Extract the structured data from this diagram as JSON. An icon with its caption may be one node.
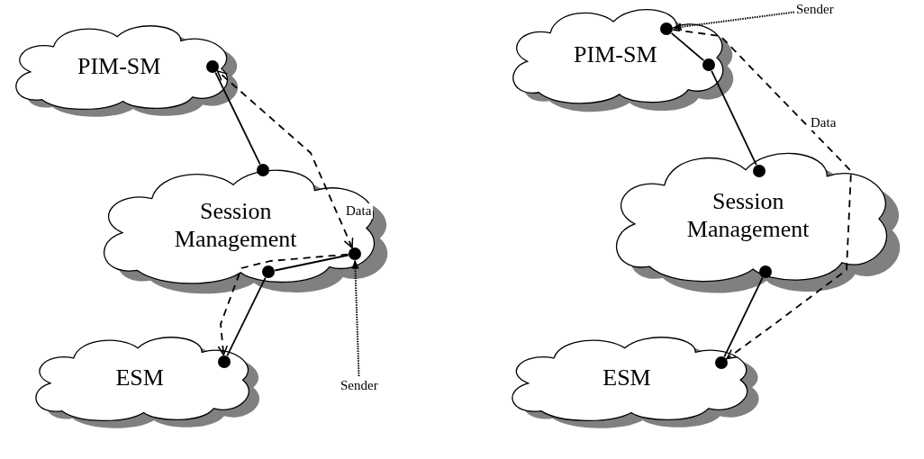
{
  "diagram": {
    "nodes": [
      {
        "text": [
          "PIM-SM"
        ]
      },
      {
        "text": [],
        "shape": "circle",
        "in": 0
      },
      {
        "text": [
          "Session Management"
        ]
      },
      {
        "text": [],
        "shape": "circle",
        "in": 2
      },
      {
        "text": [],
        "shape": "circle",
        "in": 2
      },
      {
        "text": [],
        "shape": "circle",
        "in": 2
      },
      {
        "text": [
          "ESM"
        ]
      },
      {
        "text": [],
        "shape": "circle",
        "in": 6
      },
      {
        "text": [
          "Sender"
        ]
      },
      {
        "text": [
          "PIM-SM"
        ]
      },
      {
        "text": [],
        "shape": "circle",
        "in": 9
      },
      {
        "text": [],
        "shape": "circle",
        "in": 9
      },
      {
        "text": [
          "Session Management"
        ]
      },
      {
        "text": [],
        "shape": "circle",
        "in": 12
      },
      {
        "text": [],
        "shape": "circle",
        "in": 12
      },
      {
        "text": [
          "ESM"
        ]
      },
      {
        "text": [],
        "shape": "circle",
        "in": 15
      },
      {
        "text": [
          "Sender"
        ]
      }
    ],
    "edges": [
      {
        "from": 1,
        "to": 3,
        "arrow": "none"
      },
      {
        "from": 4,
        "to": 5,
        "arrow": "none"
      },
      {
        "from": 4,
        "to": 7,
        "arrow": "none"
      },
      {
        "from": 5,
        "to": 1,
        "arrow": "both",
        "style": "dashed",
        "label": "Data"
      },
      {
        "from": 5,
        "to": 7,
        "arrow": "to",
        "style": "dashed"
      },
      {
        "from": 8,
        "to": 5,
        "arrow": "to",
        "style": "dashed"
      },
      {
        "from": 10,
        "to": 11,
        "arrow": "none"
      },
      {
        "from": 11,
        "to": 13,
        "arrow": "none"
      },
      {
        "from": 14,
        "to": 16,
        "arrow": "none"
      },
      {
        "from": 10,
        "to": 16,
        "arrow": "to",
        "style": "dashed",
        "label": "Data"
      },
      {
        "from": 17,
        "to": 10,
        "arrow": "to",
        "style": "dashed"
      }
    ]
  }
}
